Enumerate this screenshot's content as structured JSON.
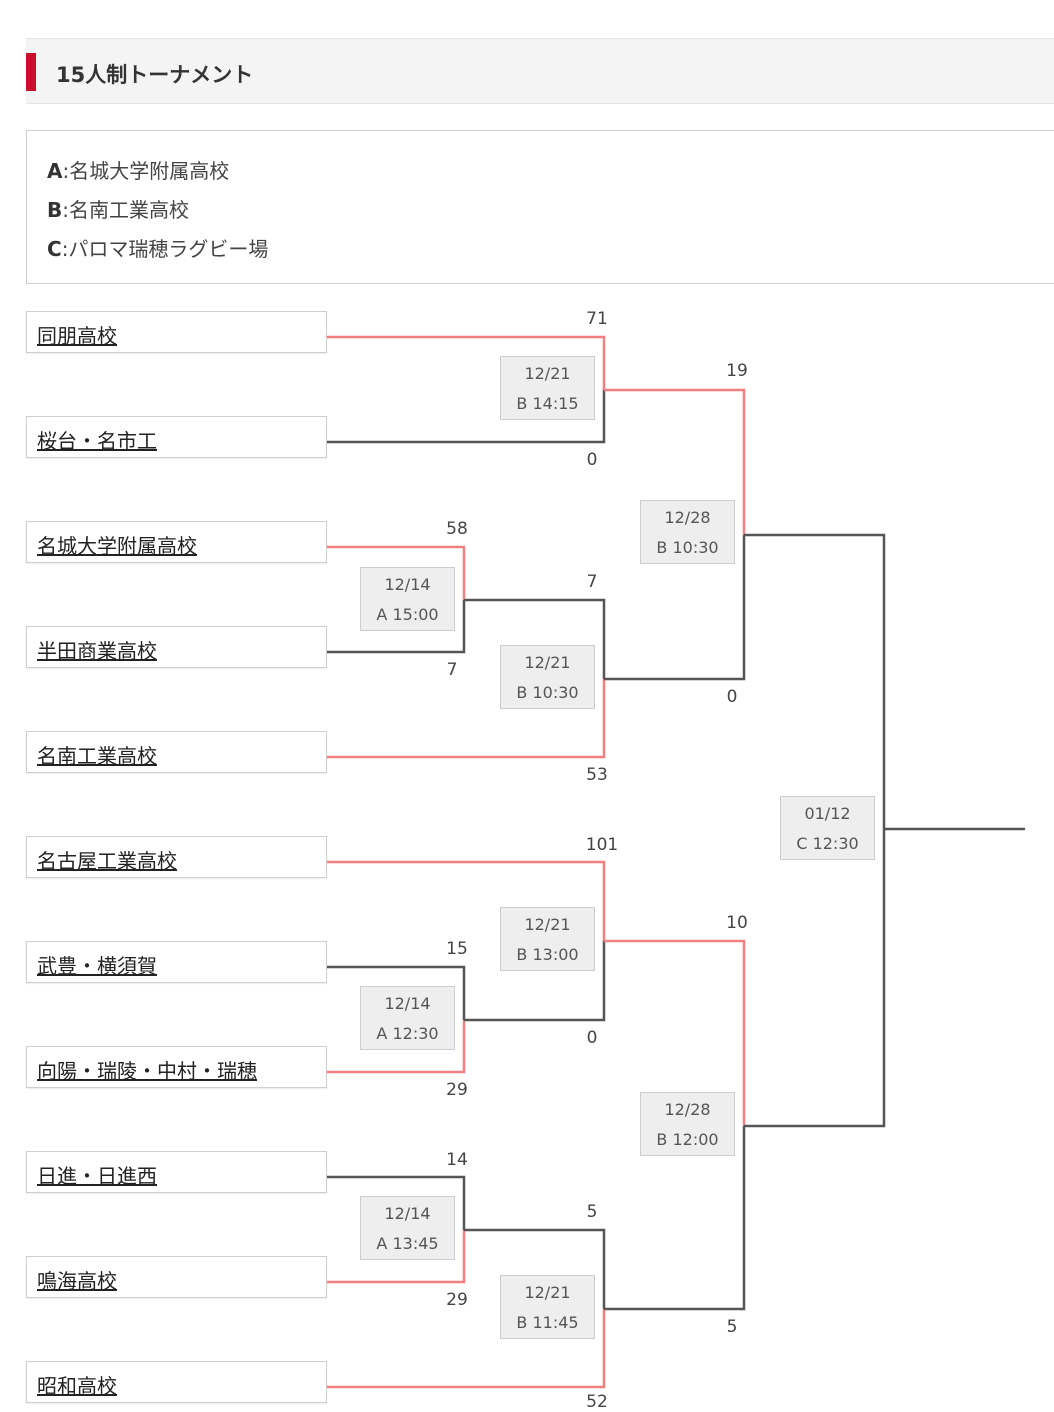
{
  "section_title": "15人制トーナメント",
  "venue_legend": [
    {
      "code": "A",
      "name": ":名城大学附属高校"
    },
    {
      "code": "B",
      "name": ":名南工業高校"
    },
    {
      "code": "C",
      "name": ":パロマ瑞穂ラグビー場"
    }
  ],
  "teams": [
    "同朋高校",
    "桜台・名市工",
    "名城大学附属高校",
    "半田商業高校",
    "名南工業高校",
    "名古屋工業高校",
    "武豊・横須賀",
    "向陽・瑞陵・中村・瑞穂",
    "日進・日進西",
    "鳴海高校",
    "昭和高校"
  ],
  "matches": [
    {
      "id": "r1-a",
      "date": "12/14",
      "venue_time": "A 15:00",
      "scores": [
        "58",
        "7"
      ]
    },
    {
      "id": "r1-b",
      "date": "12/14",
      "venue_time": "A 12:30",
      "scores": [
        "15",
        "29"
      ]
    },
    {
      "id": "r1-c",
      "date": "12/14",
      "venue_time": "A 13:45",
      "scores": [
        "14",
        "29"
      ]
    },
    {
      "id": "r2-a",
      "date": "12/21",
      "venue_time": "B 14:15",
      "scores": [
        "71",
        "0"
      ]
    },
    {
      "id": "r2-b",
      "date": "12/21",
      "venue_time": "B 10:30",
      "scores": [
        "7",
        "53"
      ]
    },
    {
      "id": "r2-c",
      "date": "12/21",
      "venue_time": "B 13:00",
      "scores": [
        "101",
        "0"
      ]
    },
    {
      "id": "r2-d",
      "date": "12/21",
      "venue_time": "B 11:45",
      "scores": [
        "5",
        "52"
      ]
    },
    {
      "id": "sf-a",
      "date": "12/28",
      "venue_time": "B 10:30",
      "scores": [
        "19",
        "0"
      ]
    },
    {
      "id": "sf-b",
      "date": "12/28",
      "venue_time": "B 12:00",
      "scores": [
        "10",
        "5"
      ]
    },
    {
      "id": "final",
      "date": "01/12",
      "venue_time": "C 12:30",
      "scores": []
    }
  ],
  "colors": {
    "winner_line": "#f08080",
    "loser_line": "#555555",
    "accent": "#c8102e"
  }
}
